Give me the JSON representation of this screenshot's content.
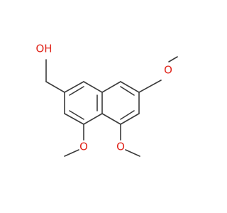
{
  "molecule": {
    "atoms": {
      "hydroxyl_label": "OH",
      "methoxy_7_label": "O",
      "methoxy_4_label": "O",
      "methoxy_5_label": "O"
    },
    "colors": {
      "oxygen": "#e0251b",
      "bond": "#3a3a3a",
      "background": "#ffffff"
    }
  }
}
